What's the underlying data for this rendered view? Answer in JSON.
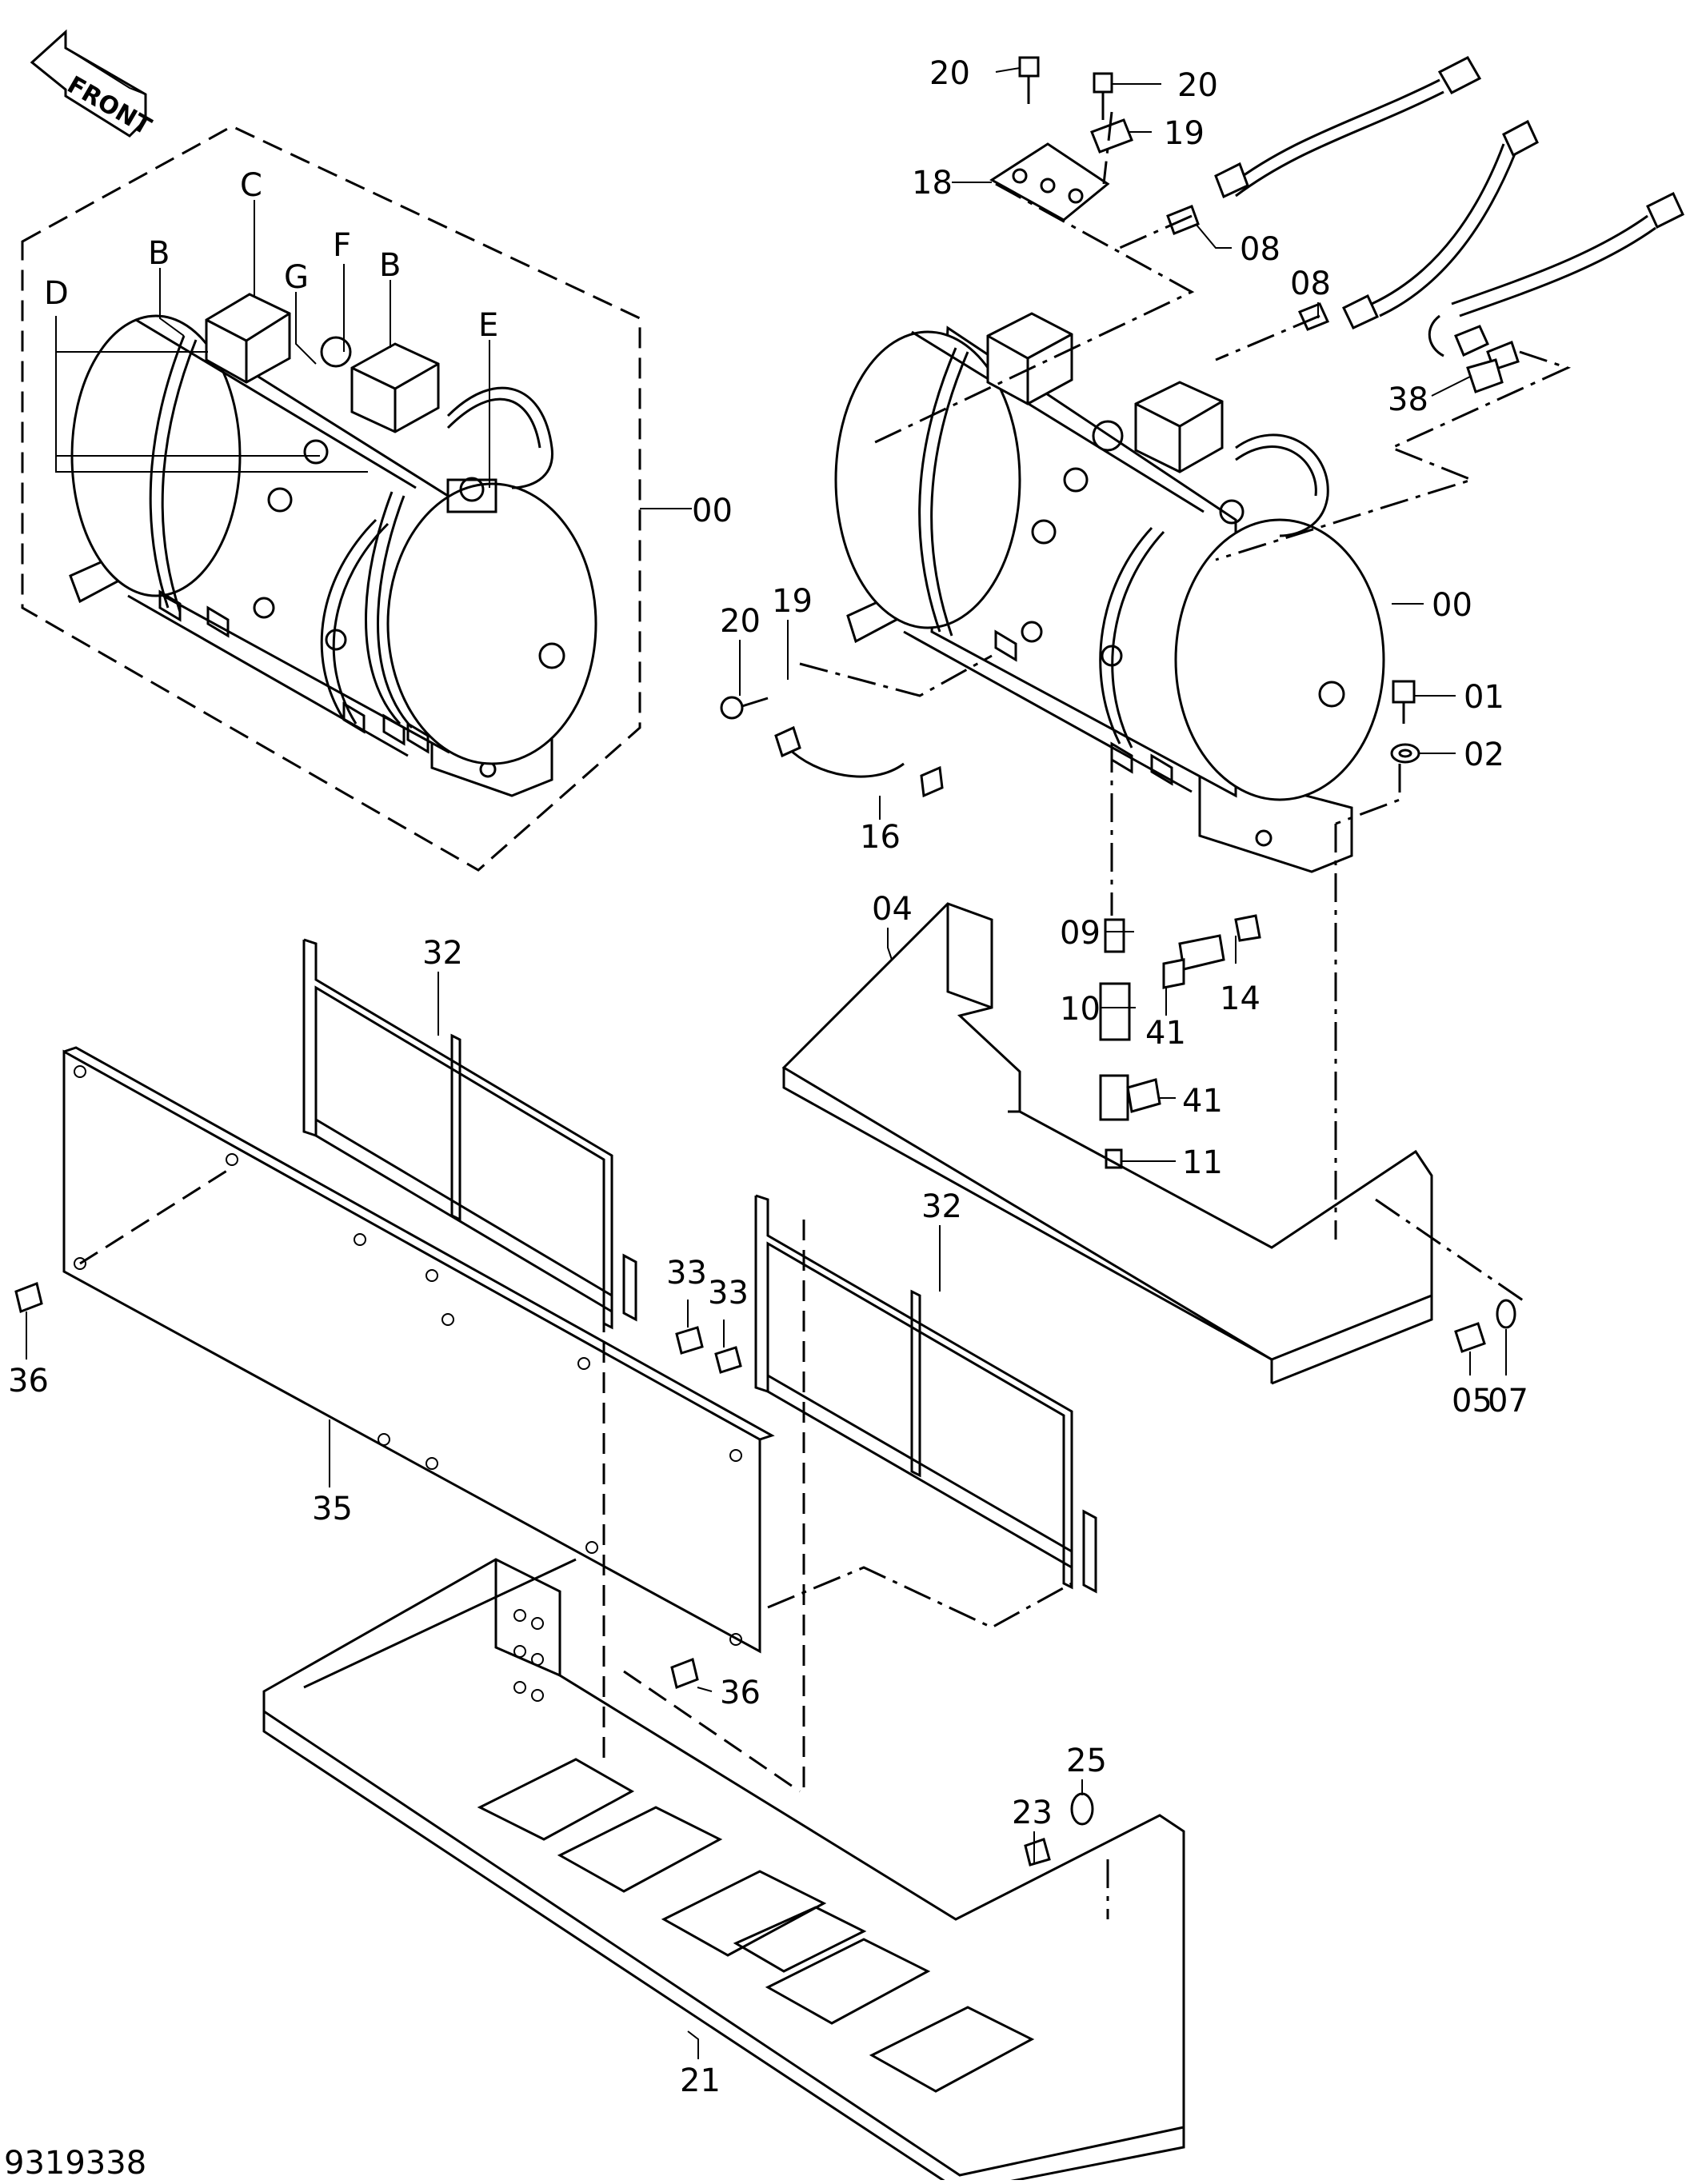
{
  "front_arrow": {
    "label": "FRONT"
  },
  "drawing_number": "9319338",
  "callouts": {
    "c00a": "00",
    "c00b": "00",
    "c01": "01",
    "c02": "02",
    "c04": "04",
    "c05": "05",
    "c07": "07",
    "c08a": "08",
    "c08b": "08",
    "c09": "09",
    "c10": "10",
    "c11": "11",
    "c14": "14",
    "c16": "16",
    "c18": "18",
    "c19a": "19",
    "c19b": "19",
    "c20a": "20",
    "c20b": "20",
    "c20c": "20",
    "c21": "21",
    "c23": "23",
    "c25": "25",
    "c32a": "32",
    "c32b": "32",
    "c33a": "33",
    "c33b": "33",
    "c35": "35",
    "c36a": "36",
    "c36b": "36",
    "c38": "38",
    "c41a": "41",
    "c41b": "41"
  },
  "port_letters": {
    "B1": "B",
    "B2": "B",
    "C": "C",
    "D": "D",
    "E": "E",
    "F": "F",
    "G": "G"
  }
}
